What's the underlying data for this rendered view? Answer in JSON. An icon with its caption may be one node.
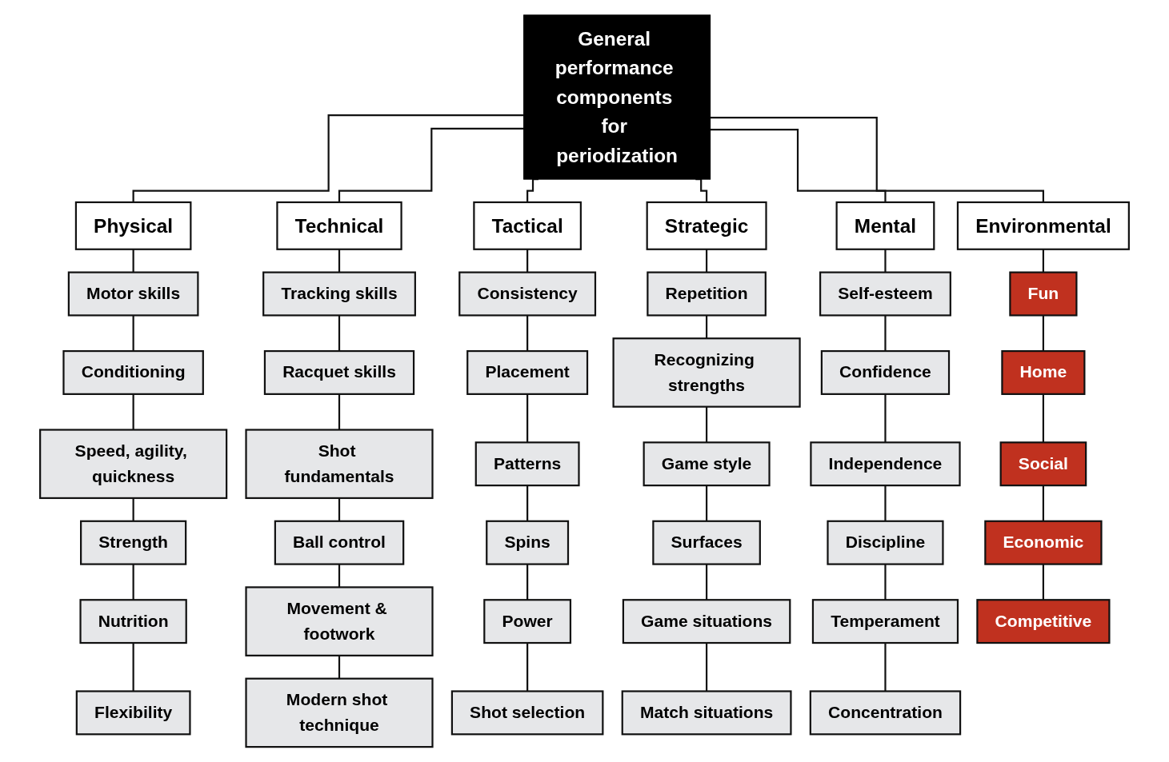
{
  "diagram": {
    "nodes": [
      {
        "text": [
          "General performance components for periodization"
        ]
      },
      {
        "text": [
          "Physical"
        ]
      },
      {
        "text": [
          "Motor skills"
        ]
      },
      {
        "text": [
          "Conditioning"
        ]
      },
      {
        "text": [
          "Speed, agility, quickness"
        ]
      },
      {
        "text": [
          "Strength"
        ]
      },
      {
        "text": [
          "Nutrition"
        ]
      },
      {
        "text": [
          "Flexibility"
        ]
      },
      {
        "text": [
          "Technical"
        ]
      },
      {
        "text": [
          "Tracking skills"
        ]
      },
      {
        "text": [
          "Racquet skills"
        ]
      },
      {
        "text": [
          "Shot fundamentals"
        ]
      },
      {
        "text": [
          "Ball control"
        ]
      },
      {
        "text": [
          "Movement & footwork"
        ]
      },
      {
        "text": [
          "Modern shot technique"
        ]
      },
      {
        "text": [
          "Tactical"
        ]
      },
      {
        "text": [
          "Consistency"
        ]
      },
      {
        "text": [
          "Placement"
        ]
      },
      {
        "text": [
          "Patterns"
        ]
      },
      {
        "text": [
          "Spins"
        ]
      },
      {
        "text": [
          "Power"
        ]
      },
      {
        "text": [
          "Shot selection"
        ]
      },
      {
        "text": [
          "Strategic"
        ]
      },
      {
        "text": [
          "Repetition"
        ]
      },
      {
        "text": [
          "Recognizing strengths"
        ]
      },
      {
        "text": [
          "Game style"
        ]
      },
      {
        "text": [
          "Surfaces"
        ]
      },
      {
        "text": [
          "Game situations"
        ]
      },
      {
        "text": [
          "Match situations"
        ]
      },
      {
        "text": [
          "Mental"
        ]
      },
      {
        "text": [
          "Self-esteem"
        ]
      },
      {
        "text": [
          "Confidence"
        ]
      },
      {
        "text": [
          "Independence"
        ]
      },
      {
        "text": [
          "Discipline"
        ]
      },
      {
        "text": [
          "Temperament"
        ]
      },
      {
        "text": [
          "Concentration"
        ]
      },
      {
        "text": [
          "Environmental"
        ]
      },
      {
        "text": [
          "Fun"
        ]
      },
      {
        "text": [
          "Home"
        ]
      },
      {
        "text": [
          "Social"
        ]
      },
      {
        "text": [
          "Economic"
        ]
      },
      {
        "text": [
          "Competitive"
        ]
      }
    ],
    "edges": [
      {
        "from": 0,
        "to": 1,
        "arrow": "none"
      },
      {
        "from": 0,
        "to": 8,
        "arrow": "none"
      },
      {
        "from": 0,
        "to": 15,
        "arrow": "none"
      },
      {
        "from": 0,
        "to": 22,
        "arrow": "none"
      },
      {
        "from": 0,
        "to": 29,
        "arrow": "none"
      },
      {
        "from": 0,
        "to": 36,
        "arrow": "none"
      },
      {
        "from": 1,
        "to": 2,
        "arrow": "none"
      },
      {
        "from": 2,
        "to": 3,
        "arrow": "none"
      },
      {
        "from": 3,
        "to": 4,
        "arrow": "none"
      },
      {
        "from": 4,
        "to": 5,
        "arrow": "none"
      },
      {
        "from": 5,
        "to": 6,
        "arrow": "none"
      },
      {
        "from": 6,
        "to": 7,
        "arrow": "none"
      },
      {
        "from": 8,
        "to": 9,
        "arrow": "none"
      },
      {
        "from": 9,
        "to": 10,
        "arrow": "none"
      },
      {
        "from": 10,
        "to": 11,
        "arrow": "none"
      },
      {
        "from": 11,
        "to": 12,
        "arrow": "none"
      },
      {
        "from": 12,
        "to": 13,
        "arrow": "none"
      },
      {
        "from": 13,
        "to": 14,
        "arrow": "none"
      },
      {
        "from": 15,
        "to": 16,
        "arrow": "none"
      },
      {
        "from": 16,
        "to": 17,
        "arrow": "none"
      },
      {
        "from": 17,
        "to": 18,
        "arrow": "none"
      },
      {
        "from": 18,
        "to": 19,
        "arrow": "none"
      },
      {
        "from": 19,
        "to": 20,
        "arrow": "none"
      },
      {
        "from": 20,
        "to": 21,
        "arrow": "none"
      },
      {
        "from": 22,
        "to": 23,
        "arrow": "none"
      },
      {
        "from": 23,
        "to": 24,
        "arrow": "none"
      },
      {
        "from": 24,
        "to": 25,
        "arrow": "none"
      },
      {
        "from": 25,
        "to": 26,
        "arrow": "none"
      },
      {
        "from": 26,
        "to": 27,
        "arrow": "none"
      },
      {
        "from": 27,
        "to": 28,
        "arrow": "none"
      },
      {
        "from": 29,
        "to": 30,
        "arrow": "none"
      },
      {
        "from": 30,
        "to": 31,
        "arrow": "none"
      },
      {
        "from": 31,
        "to": 32,
        "arrow": "none"
      },
      {
        "from": 32,
        "to": 33,
        "arrow": "none"
      },
      {
        "from": 33,
        "to": 34,
        "arrow": "none"
      },
      {
        "from": 34,
        "to": 35,
        "arrow": "none"
      },
      {
        "from": 36,
        "to": 37,
        "arrow": "none"
      },
      {
        "from": 37,
        "to": 38,
        "arrow": "none"
      },
      {
        "from": 38,
        "to": 39,
        "arrow": "none"
      },
      {
        "from": 39,
        "to": 40,
        "arrow": "none"
      },
      {
        "from": 40,
        "to": 41,
        "arrow": "none"
      }
    ]
  }
}
